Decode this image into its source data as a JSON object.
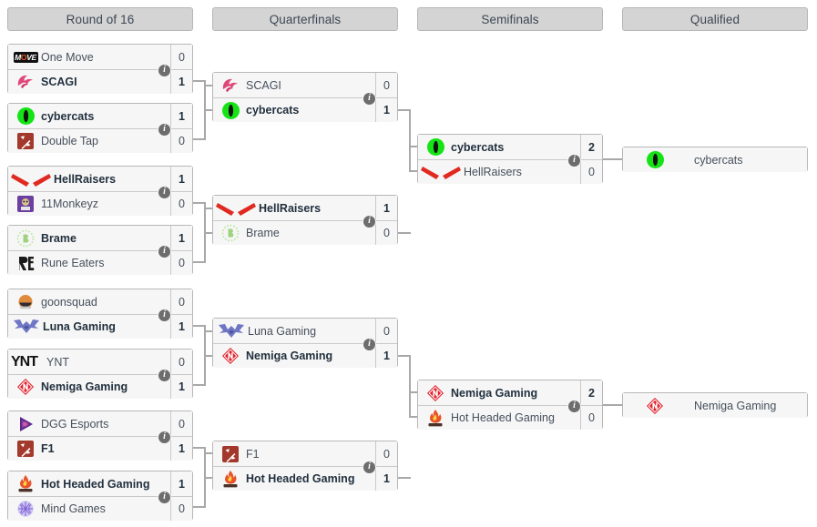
{
  "rounds": [
    {
      "label": "Round of 16"
    },
    {
      "label": "Quarterfinals"
    },
    {
      "label": "Semifinals"
    },
    {
      "label": "Qualified"
    }
  ],
  "info_glyph": "i",
  "colors": {
    "header_bg": "#d4d4d4",
    "box_bg": "#f6f6f6",
    "border": "#b7b7b7",
    "line": "#a8a8a8",
    "info_bubble": "#6d6d6d",
    "text": "#46505c",
    "winner_text": "#22303e"
  },
  "r16": [
    {
      "teams": [
        {
          "name": "One Move",
          "score": "0",
          "winner": false,
          "logo": "one-move-logo"
        },
        {
          "name": "SCAGI",
          "score": "1",
          "winner": true,
          "logo": "scagi-logo"
        }
      ]
    },
    {
      "teams": [
        {
          "name": "cybercats",
          "score": "1",
          "winner": true,
          "logo": "cybercats-logo"
        },
        {
          "name": "Double Tap",
          "score": "0",
          "winner": false,
          "logo": "double-tap-logo"
        }
      ]
    },
    {
      "teams": [
        {
          "name": "HellRaisers",
          "score": "1",
          "winner": true,
          "logo": "hellraisers-logo"
        },
        {
          "name": "11Monkeyz",
          "score": "0",
          "winner": false,
          "logo": "11monkeyz-logo"
        }
      ]
    },
    {
      "teams": [
        {
          "name": "Brame",
          "score": "1",
          "winner": true,
          "logo": "brame-logo"
        },
        {
          "name": "Rune Eaters",
          "score": "0",
          "winner": false,
          "logo": "rune-eaters-logo"
        }
      ]
    },
    {
      "teams": [
        {
          "name": "goonsquad",
          "score": "0",
          "winner": false,
          "logo": "goonsquad-logo"
        },
        {
          "name": "Luna Gaming",
          "score": "1",
          "winner": true,
          "logo": "luna-gaming-logo"
        }
      ]
    },
    {
      "teams": [
        {
          "name": "YNT",
          "score": "0",
          "winner": false,
          "logo": "ynt-logo"
        },
        {
          "name": "Nemiga Gaming",
          "score": "1",
          "winner": true,
          "logo": "nemiga-logo"
        }
      ]
    },
    {
      "teams": [
        {
          "name": "DGG Esports",
          "score": "0",
          "winner": false,
          "logo": "dgg-logo"
        },
        {
          "name": "F1",
          "score": "1",
          "winner": true,
          "logo": "f1-logo"
        }
      ]
    },
    {
      "teams": [
        {
          "name": "Hot Headed Gaming",
          "score": "1",
          "winner": true,
          "logo": "hot-headed-logo"
        },
        {
          "name": "Mind Games",
          "score": "0",
          "winner": false,
          "logo": "mind-games-logo"
        }
      ]
    }
  ],
  "qf": [
    {
      "teams": [
        {
          "name": "SCAGI",
          "score": "0",
          "winner": false,
          "logo": "scagi-logo"
        },
        {
          "name": "cybercats",
          "score": "1",
          "winner": true,
          "logo": "cybercats-logo"
        }
      ]
    },
    {
      "teams": [
        {
          "name": "HellRaisers",
          "score": "1",
          "winner": true,
          "logo": "hellraisers-logo"
        },
        {
          "name": "Brame",
          "score": "0",
          "winner": false,
          "logo": "brame-logo"
        }
      ]
    },
    {
      "teams": [
        {
          "name": "Luna Gaming",
          "score": "0",
          "winner": false,
          "logo": "luna-gaming-logo"
        },
        {
          "name": "Nemiga Gaming",
          "score": "1",
          "winner": true,
          "logo": "nemiga-logo"
        }
      ]
    },
    {
      "teams": [
        {
          "name": "F1",
          "score": "0",
          "winner": false,
          "logo": "f1-logo"
        },
        {
          "name": "Hot Headed Gaming",
          "score": "1",
          "winner": true,
          "logo": "hot-headed-logo"
        }
      ]
    }
  ],
  "sf": [
    {
      "teams": [
        {
          "name": "cybercats",
          "score": "2",
          "winner": true,
          "logo": "cybercats-logo"
        },
        {
          "name": "HellRaisers",
          "score": "0",
          "winner": false,
          "logo": "hellraisers-logo"
        }
      ]
    },
    {
      "teams": [
        {
          "name": "Nemiga Gaming",
          "score": "2",
          "winner": true,
          "logo": "nemiga-logo"
        },
        {
          "name": "Hot Headed Gaming",
          "score": "0",
          "winner": false,
          "logo": "hot-headed-logo"
        }
      ]
    }
  ],
  "qualified": [
    {
      "name": "cybercats",
      "logo": "cybercats-logo"
    },
    {
      "name": "Nemiga Gaming",
      "logo": "nemiga-logo"
    }
  ]
}
